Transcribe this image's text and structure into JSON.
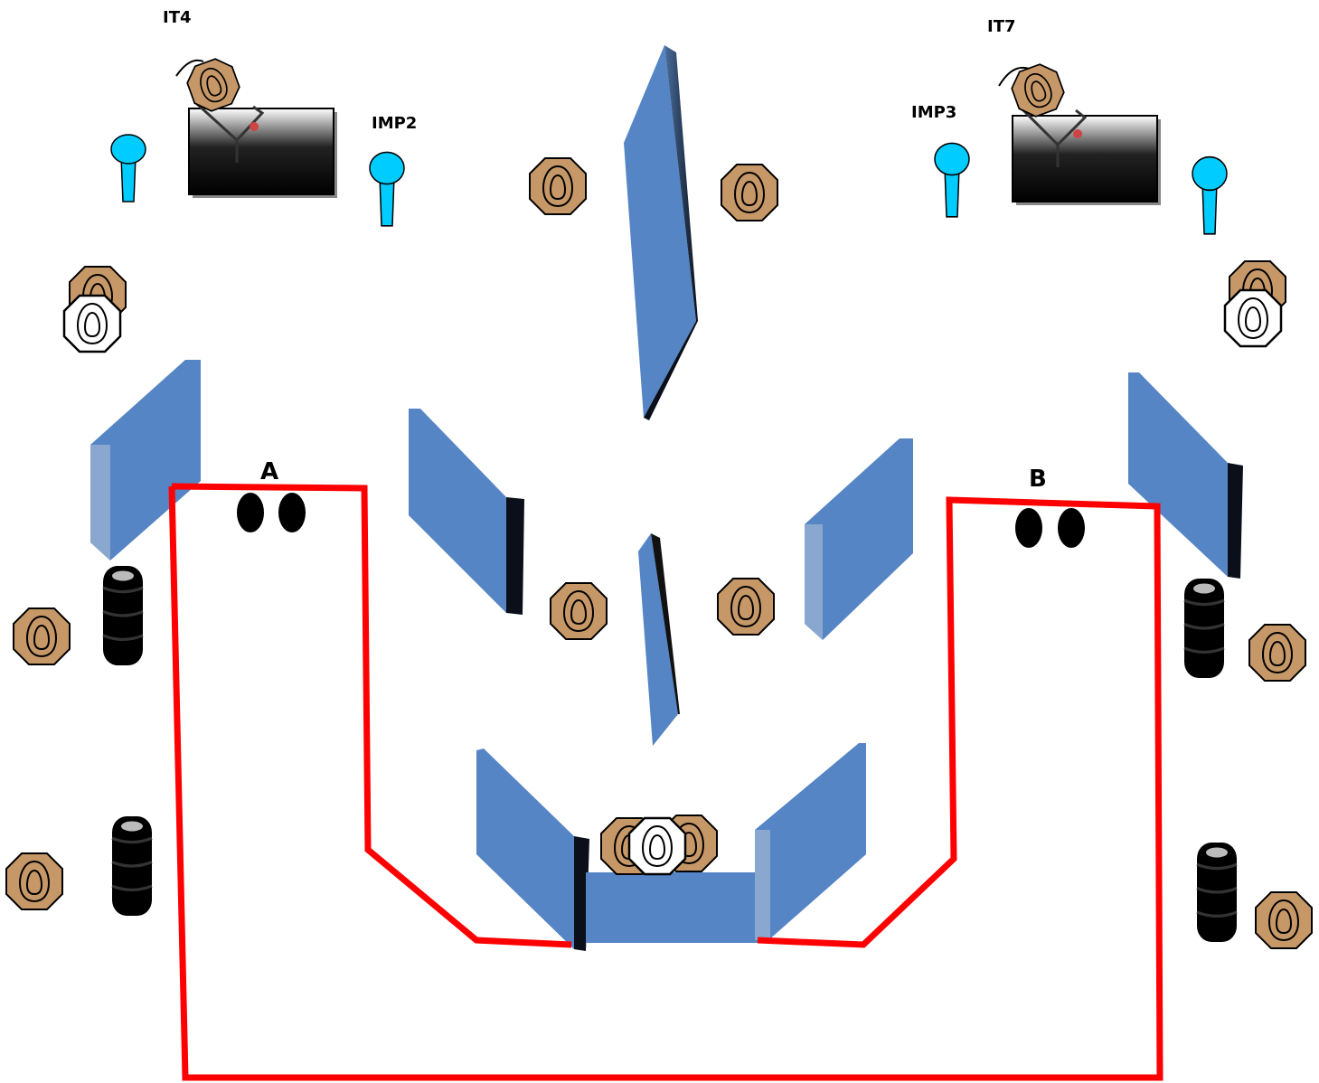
{
  "labels": {
    "it4": "IT4",
    "it7": "IT7",
    "imp2": "IMP2",
    "imp3": "IMP3",
    "start_a": "A",
    "start_b": "B"
  },
  "colors": {
    "wall": "#5585c5",
    "fault_line": "#ff0000",
    "paper_target": "#c79867",
    "no_shoot": "#ffffff",
    "popper": "#00ccff",
    "barrel": "#000000"
  },
  "icons": {
    "paper_target": "octagon-target-icon",
    "no_shoot": "no-shoot-target-icon",
    "popper": "popper-icon",
    "barrel": "barrel-icon",
    "activator": "activator-box-icon",
    "swinger": "swinging-target-icon",
    "footprint": "start-position-icon"
  }
}
